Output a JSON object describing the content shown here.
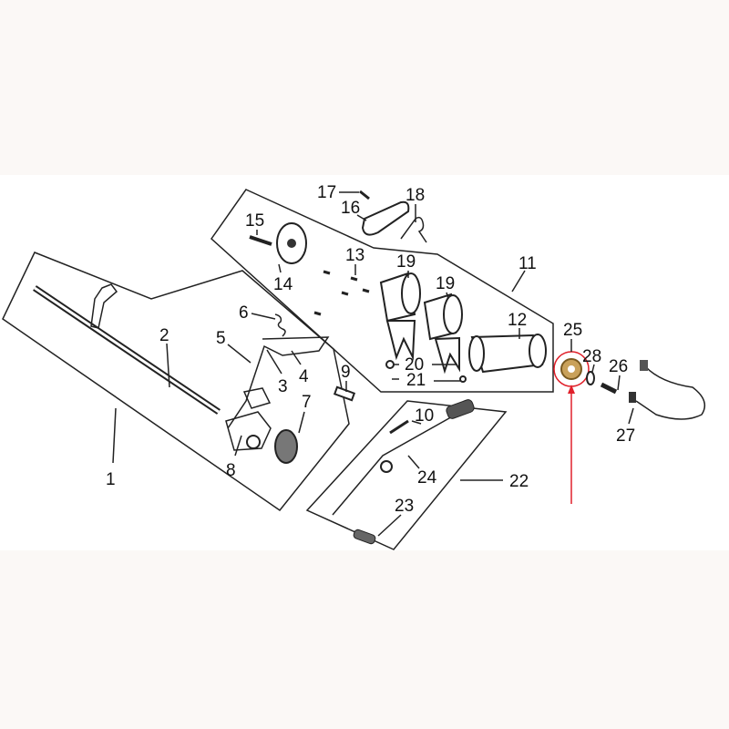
{
  "diagram": {
    "callouts": [
      {
        "id": "1",
        "label": "1"
      },
      {
        "id": "2",
        "label": "2"
      },
      {
        "id": "3",
        "label": "3"
      },
      {
        "id": "4",
        "label": "4"
      },
      {
        "id": "5",
        "label": "5"
      },
      {
        "id": "6",
        "label": "6"
      },
      {
        "id": "7",
        "label": "7"
      },
      {
        "id": "8",
        "label": "8"
      },
      {
        "id": "9",
        "label": "9"
      },
      {
        "id": "10",
        "label": "10"
      },
      {
        "id": "11",
        "label": "11"
      },
      {
        "id": "12",
        "label": "12"
      },
      {
        "id": "13",
        "label": "13"
      },
      {
        "id": "14",
        "label": "14"
      },
      {
        "id": "15",
        "label": "15"
      },
      {
        "id": "16",
        "label": "16"
      },
      {
        "id": "17",
        "label": "17"
      },
      {
        "id": "18",
        "label": "18"
      },
      {
        "id": "19a",
        "label": "19"
      },
      {
        "id": "19b",
        "label": "19"
      },
      {
        "id": "20",
        "label": "20"
      },
      {
        "id": "21",
        "label": "21"
      },
      {
        "id": "22",
        "label": "22"
      },
      {
        "id": "23",
        "label": "23"
      },
      {
        "id": "24",
        "label": "24"
      },
      {
        "id": "25",
        "label": "25"
      },
      {
        "id": "26",
        "label": "26"
      },
      {
        "id": "27",
        "label": "27"
      },
      {
        "id": "28",
        "label": "28"
      }
    ],
    "highlight_color": "#e0202a",
    "highlight_part": "25",
    "part_color": "#c9a15a"
  }
}
